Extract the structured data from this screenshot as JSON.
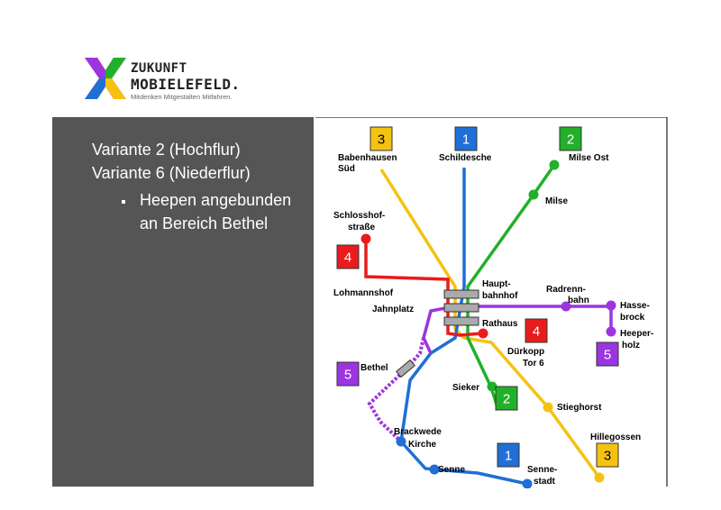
{
  "logo": {
    "line1": "ZUKUNFT",
    "line2": "MOBIELEFELD.",
    "tagline": "Mitdenken Mitgestalten Mitfahren."
  },
  "slide": {
    "variant_lines": [
      "Variante 2 (Hochflur)",
      "Variante 6 (Niederflur)"
    ],
    "bullet_lines": [
      "Heepen angebunden",
      "an Bereich Bethel"
    ]
  },
  "colors": {
    "line1": "#1f6fd6",
    "line2": "#22b02a",
    "line3": "#f5c211",
    "line4": "#e81c1c",
    "line5": "#9b35e0",
    "panel": "#555555"
  },
  "badges": {
    "top3": "3",
    "top1": "1",
    "top2": "2",
    "left4": "4",
    "mid4": "4",
    "right5": "5",
    "left5": "5",
    "bot2": "2",
    "bot1": "1",
    "bot3": "3"
  },
  "stops": {
    "babenhausen": [
      "Babenhausen",
      "Süd"
    ],
    "schildesche": "Schildesche",
    "milse_ost": "Milse Ost",
    "milse": "Milse",
    "schlosshof": [
      "Schlosshof-",
      "straße"
    ],
    "lohmannshof": "Lohmannshof",
    "hauptbahnhof": [
      "Haupt-",
      "bahnhof"
    ],
    "jahnplatz": "Jahnplatz",
    "radrennbahn": [
      "Radrenn-",
      "bahn"
    ],
    "hassebrock": [
      "Hasse-",
      "brock"
    ],
    "heeperholz": [
      "Heeper-",
      "holz"
    ],
    "rathaus": "Rathaus",
    "duerkopp": [
      "Dürkopp",
      "Tor 6"
    ],
    "bethel": "Bethel",
    "sieker": "Sieker",
    "stieghorst": "Stieghorst",
    "hillegossen": "Hillegossen",
    "brackwede": [
      "Brackwede",
      "Kirche"
    ],
    "senne": "Senne",
    "sennestadt": [
      "Senne-",
      "stadt"
    ]
  }
}
